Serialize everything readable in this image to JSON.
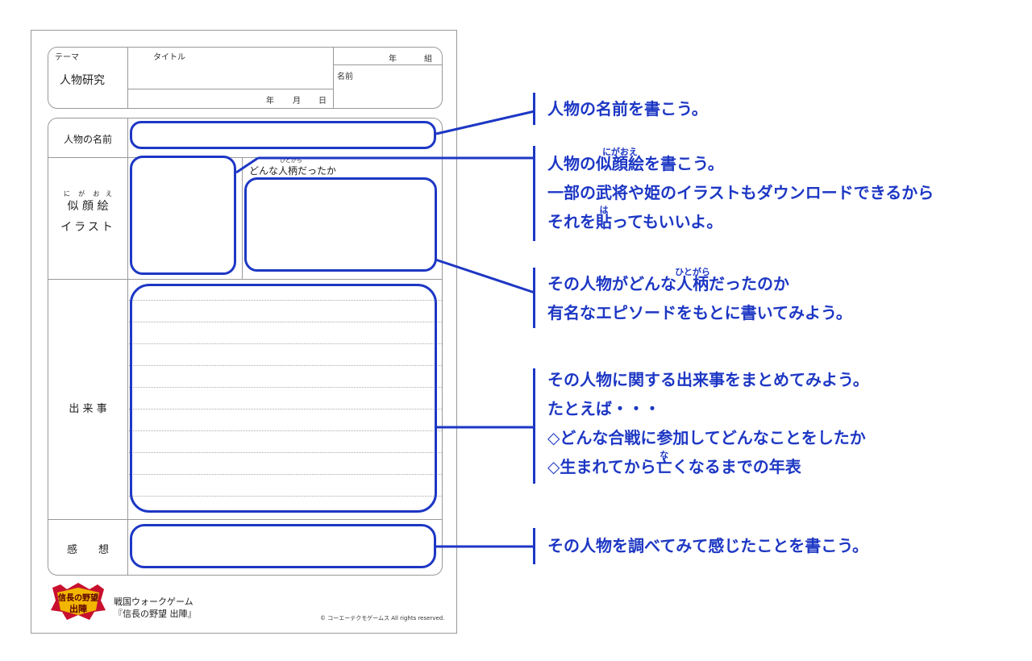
{
  "header": {
    "theme_label": "テーマ",
    "theme_value": "人物研究",
    "title_label": "タイトル",
    "date_year": "年",
    "date_month": "月",
    "date_day": "日",
    "class_year": "年",
    "class_group": "組",
    "name_label": "名前"
  },
  "rows": {
    "name_label": "人物の名前",
    "portrait_kana": [
      "に",
      "が",
      "お",
      "え"
    ],
    "portrait_label": "似 顔 絵",
    "illust_label": "イラスト",
    "personality_kana": "ひとがら",
    "personality_label": "どんな人柄だったか",
    "events_label": "出 来 事",
    "impressions_label": "感　　想"
  },
  "callouts": {
    "c1": "人物の名前を書こう。",
    "c2_pre": "人物の",
    "c2_ruby_base": "似顔絵",
    "c2_ruby_text": "にがおえ",
    "c2_post": "を書こう。",
    "c2_line2": "一部の武将や姫のイラストもダウンロードできるから",
    "c2_line3_pre": "それを",
    "c2_line3_ruby_base": "貼",
    "c2_line3_ruby_text": "は",
    "c2_line3_post": "ってもいいよ。",
    "c3_pre": "その人物がどんな",
    "c3_ruby_base": "人柄",
    "c3_ruby_text": "ひとがら",
    "c3_post": "だったのか",
    "c3_line2": "有名なエピソードをもとに書いてみよう。",
    "c4_line1": "その人物に関する出来事をまとめてみよう。",
    "c4_line2": "たとえば・・・",
    "c4_line3": "◇どんな合戦に参加してどんなことをしたか",
    "c4_line4_pre": "◇生まれてから",
    "c4_line4_ruby_base": "亡",
    "c4_line4_ruby_text": "な",
    "c4_line4_post": "くなるまでの年表",
    "c5": "その人物を調べてみて感じたことを書こう。"
  },
  "footer": {
    "game_line1": "戦国ウォークゲーム",
    "game_line2": "『信長の野望 出陣』",
    "logo_text": "信長の野望 出陣",
    "copyright": "© コーエーテクモゲームス All rights reserved."
  },
  "colors": {
    "accent": "#1d37c4",
    "border": "#999999"
  }
}
